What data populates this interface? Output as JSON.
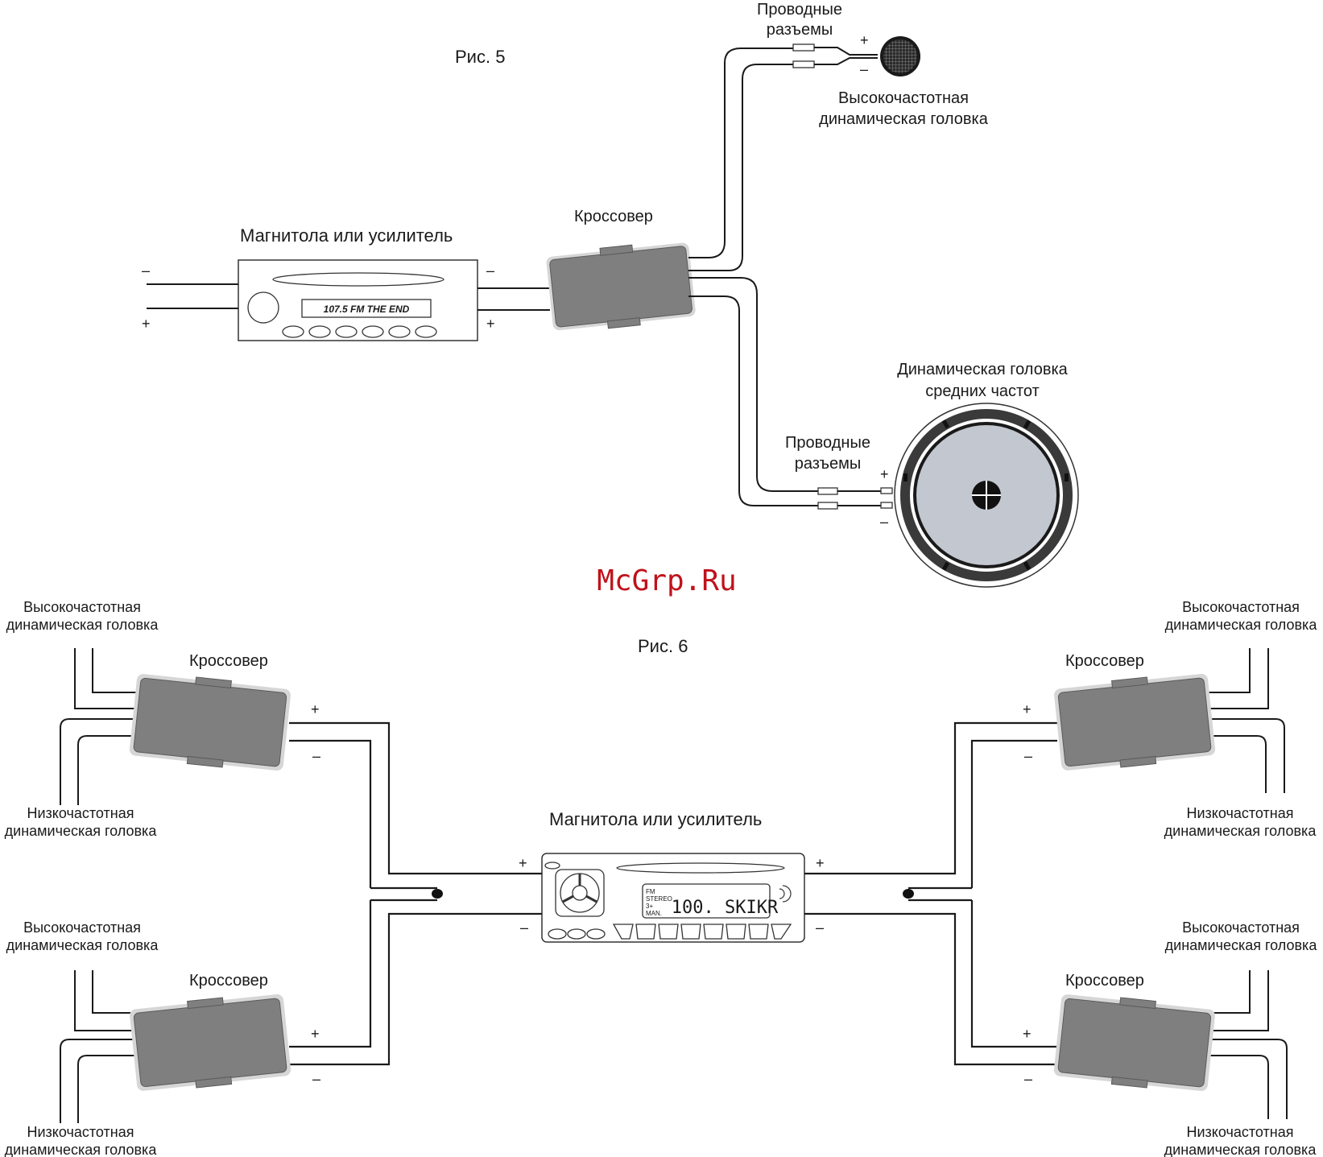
{
  "fig5": {
    "title": "Рис. 5",
    "head_unit_label": "Магнитола или усилитель",
    "head_unit_display": "107.5 FM THE END",
    "crossover_label": "Кроссовер",
    "tweeter_connectors_label": [
      "Проводные",
      "разъемы"
    ],
    "tweeter_label": [
      "Высокочастотная",
      "динамическая головка"
    ],
    "mid_label": [
      "Динамическая головка",
      "средних частот"
    ],
    "mid_connectors_label": [
      "Проводные",
      "разъемы"
    ],
    "plus": "+",
    "minus": "–"
  },
  "watermark": "McGrp.Ru",
  "fig6": {
    "title": "Рис. 6",
    "head_unit_label": "Магнитола или усилитель",
    "display_small": [
      "FM",
      "STEREO",
      "3+",
      "MAN."
    ],
    "display_main": "100. SKIKR",
    "crossover_label": "Кроссовер",
    "tweeter_label": [
      "Высокочастотная",
      "динамическая головка"
    ],
    "woofer_label": [
      "Низкочастотная",
      "динамическая головка"
    ],
    "plus": "+",
    "minus": "–"
  },
  "colors": {
    "crossover": "#7f7f7f",
    "speaker_cone": "#c3c7cf",
    "speaker_frame": "#3a3a3a",
    "watermark": "#c0121b",
    "line": "#1a1a1a"
  },
  "icons": {
    "tweeter": "tweeter-speaker-icon",
    "midrange": "midrange-speaker-icon",
    "crossover": "crossover-box-icon"
  }
}
